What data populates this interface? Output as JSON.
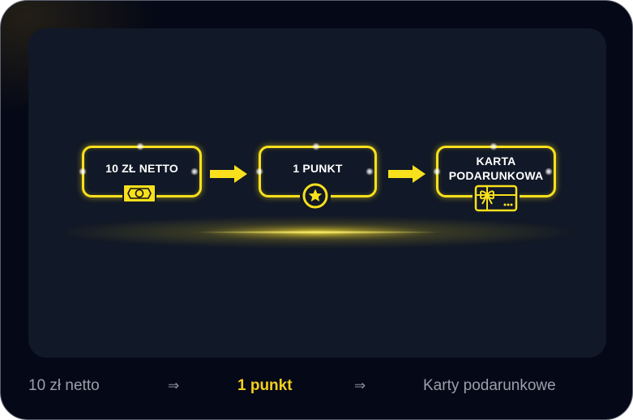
{
  "diagram": {
    "steps": [
      {
        "label": "10 ZŁ NETTO",
        "icon": "banknote-icon"
      },
      {
        "label": "1 PUNKT",
        "icon": "star-coin-icon"
      },
      {
        "label_line1": "KARTA",
        "label_line2": "PODARUNKOWA",
        "icon": "gift-card-icon"
      }
    ],
    "connector_icon": "arrow-right-icon",
    "accent_color": "#f8e01c",
    "background_color": "#111827"
  },
  "footer": {
    "items": [
      {
        "label": "10 zł netto",
        "active": false
      },
      {
        "label": "1 punkt",
        "active": true
      },
      {
        "label": "Karty podarunkowe",
        "active": false
      }
    ],
    "separator": "⇒",
    "active_color": "#f5cf1d",
    "inactive_color": "#9aa0ab"
  }
}
